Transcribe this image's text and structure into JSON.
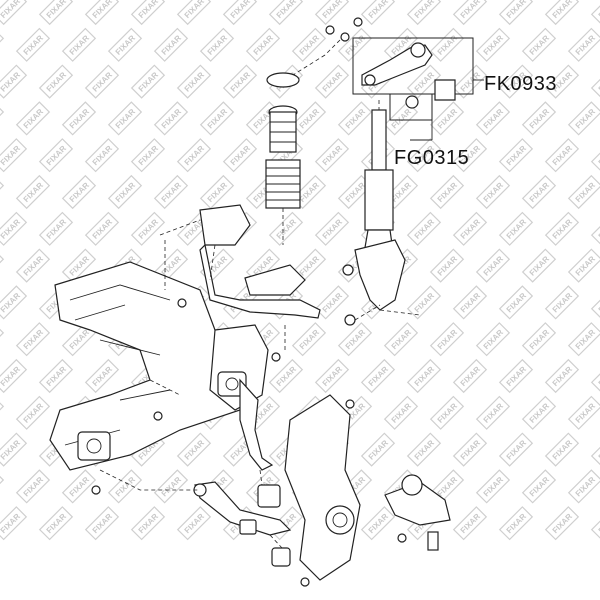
{
  "watermark": {
    "text": "FIXAR"
  },
  "callouts": {
    "upper_arm": "FK0933",
    "shock_absorber": "FG0315"
  },
  "colors": {
    "line": "#222222",
    "watermark": "#cfcfcf",
    "background": "#ffffff"
  }
}
